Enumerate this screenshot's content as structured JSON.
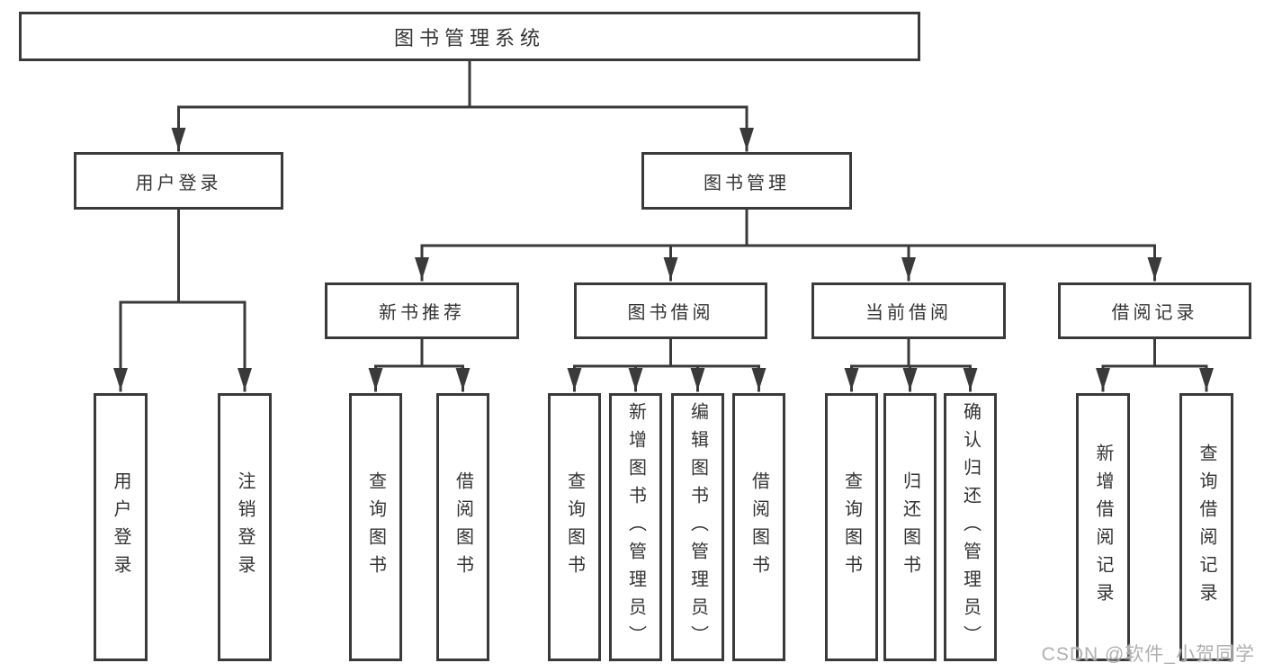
{
  "tree": {
    "label": "图书管理系统",
    "children": [
      {
        "label": "用户登录",
        "children": [
          {
            "label": "用户登录"
          },
          {
            "label": "注销登录"
          }
        ]
      },
      {
        "label": "图书管理",
        "children": [
          {
            "label": "新书推荐",
            "children": [
              {
                "label": "查询图书"
              },
              {
                "label": "借阅图书"
              }
            ]
          },
          {
            "label": "图书借阅",
            "children": [
              {
                "label": "查询图书"
              },
              {
                "label": "新增图书（管理员）"
              },
              {
                "label": "编辑图书（管理员）"
              },
              {
                "label": "借阅图书"
              }
            ]
          },
          {
            "label": "当前借阅",
            "children": [
              {
                "label": "查询图书"
              },
              {
                "label": "归还图书"
              },
              {
                "label": "确认归还（管理员）"
              }
            ]
          },
          {
            "label": "借阅记录",
            "children": [
              {
                "label": "新增借阅记录"
              },
              {
                "label": "查询借阅记录"
              }
            ]
          }
        ]
      }
    ]
  },
  "watermark": {
    "text": "CSDN @软件_小贺同学"
  },
  "colors": {
    "line": "#3a3a3a",
    "text": "#333333",
    "box_background": "#ffffff",
    "watermark": "#b0b0b0"
  }
}
